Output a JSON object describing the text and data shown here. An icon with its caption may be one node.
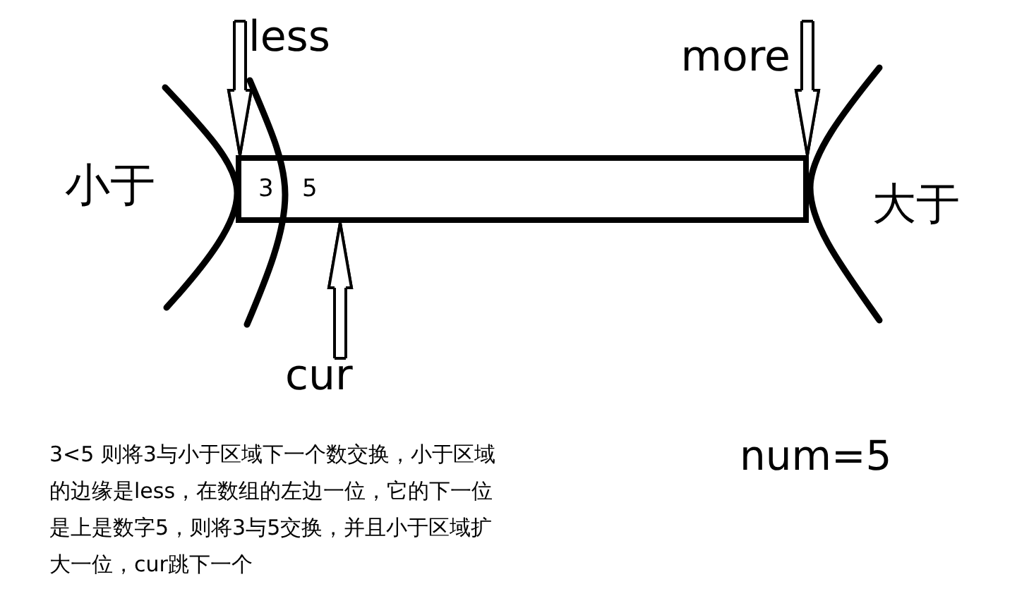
{
  "diagram": {
    "nodes": [
      {
        "text": [
          "less"
        ]
      },
      {
        "text": [
          "more"
        ]
      },
      {
        "text": [
          "3",
          "5"
        ]
      },
      {
        "text": [
          "cur"
        ]
      }
    ],
    "edges": [
      {
        "from": 0,
        "to": 2,
        "arrow": "to"
      },
      {
        "from": 1,
        "to": 2,
        "arrow": "to"
      },
      {
        "from": 3,
        "to": 2,
        "arrow": "to"
      }
    ],
    "labels": [
      "小于",
      "大于",
      "3<5 则将3与小于区域下一个数交换，小于区域的边缘是less，在数组的左边一位，它的下一位是上是数字5，则将3与5交换，并且小于区域扩大一位，cur跳下一个",
      "num=5"
    ]
  }
}
